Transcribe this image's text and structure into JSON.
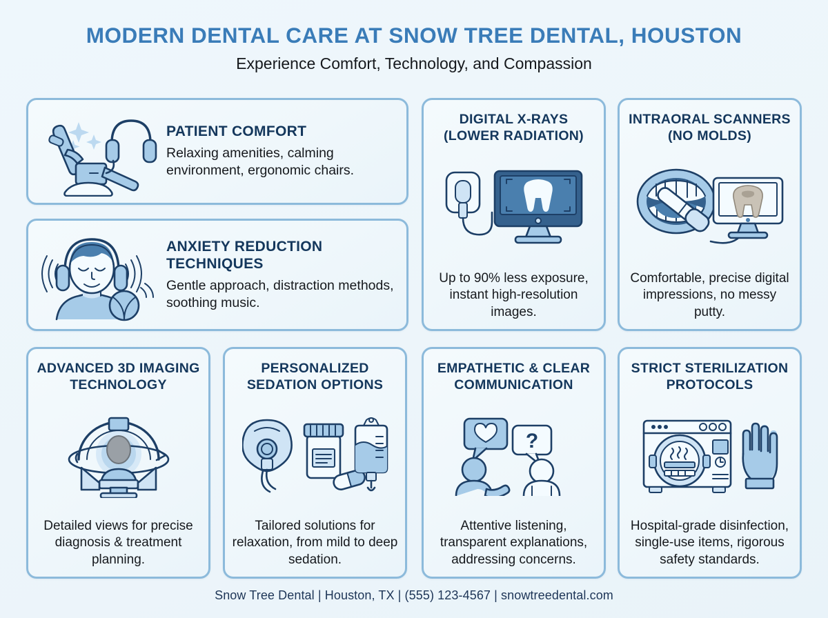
{
  "header": {
    "title": "MODERN DENTAL CARE AT SNOW TREE DENTAL, HOUSTON",
    "subtitle": "Experience Comfort, Technology, and Compassion"
  },
  "colors": {
    "page_background": "#eef6fb",
    "title_blue": "#3a7cb8",
    "heading_navy": "#14375c",
    "card_border": "#8cbadb",
    "card_fill": "#f2f9fc",
    "icon_outline": "#1d3f66",
    "icon_fill_light": "#cfe4f5",
    "icon_fill_mid": "#a6cbe8",
    "icon_fill_dark": "#35618d",
    "body_text": "#16191d",
    "footer_text": "#1d3557"
  },
  "cards": [
    {
      "id": "patient-comfort",
      "layout": "horizontal",
      "heading": "PATIENT COMFORT",
      "body": "Relaxing amenities, calming environment, ergonomic chairs.",
      "icon": "dental-chair-headphones-icon"
    },
    {
      "id": "anxiety-reduction",
      "layout": "horizontal",
      "heading": "ANXIETY REDUCTION TECHNIQUES",
      "body": "Gentle approach, distraction methods, soothing music.",
      "icon": "person-headphones-stressball-icon"
    },
    {
      "id": "digital-xrays",
      "layout": "vertical",
      "heading": "DIGITAL X-RAYS (LOWER RADIATION)",
      "body": "Up to 90% less exposure, instant high-resolution images.",
      "icon": "xray-sensor-monitor-tooth-icon"
    },
    {
      "id": "intraoral-scanners",
      "layout": "vertical",
      "heading": "INTRAORAL SCANNERS (NO MOLDS)",
      "body": "Comfortable, precise digital impressions, no messy putty.",
      "icon": "mouth-scanner-wand-monitor-icon"
    },
    {
      "id": "advanced-3d-imaging",
      "layout": "vertical",
      "heading": "ADVANCED 3D IMAGING TECHNOLOGY",
      "body": "Detailed views for precise diagnosis & treatment planning.",
      "icon": "cbct-scanner-patient-icon"
    },
    {
      "id": "personalized-sedation",
      "layout": "vertical",
      "heading": "PERSONALIZED SEDATION OPTIONS",
      "body": "Tailored solutions for relaxation, from mild to deep sedation.",
      "icon": "nitrous-mask-pillbottle-ivbag-icon"
    },
    {
      "id": "empathetic-communication",
      "layout": "vertical",
      "heading": "EMPATHETIC & CLEAR COMMUNICATION",
      "body": "Attentive listening, transparent explanations, addressing concerns.",
      "icon": "two-people-speech-bubbles-icon"
    },
    {
      "id": "strict-sterilization",
      "layout": "vertical",
      "heading": "STRICT STERILIZATION PROTOCOLS",
      "body": "Hospital-grade disinfection, single-use items, rigorous safety standards.",
      "icon": "autoclave-glove-icon"
    }
  ],
  "footer": {
    "text": "Snow Tree Dental | Houston, TX | (555) 123-4567 | snowtreedental.com",
    "practice_name": "Snow Tree Dental",
    "location": "Houston, TX",
    "phone": "(555) 123-4567",
    "website": "snowtreedental.com"
  }
}
